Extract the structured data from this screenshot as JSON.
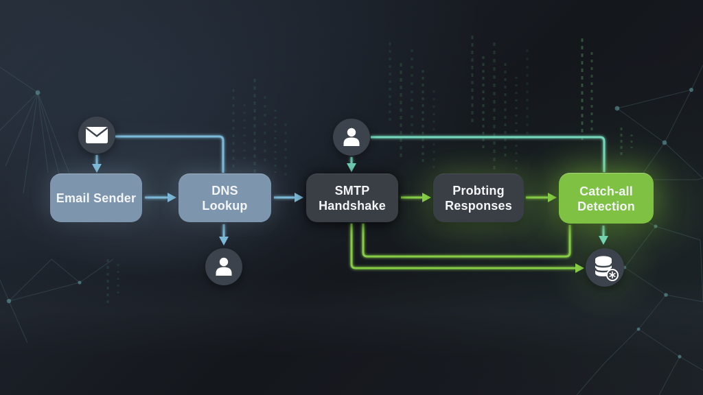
{
  "nodes": {
    "email_sender": {
      "label": "Email Sender"
    },
    "dns_lookup": {
      "line1": "DNS",
      "line2": "Lookup"
    },
    "smtp_handshake": {
      "line1": "SMTP",
      "line2": "Handshake"
    },
    "probing_responses": {
      "line1": "Probting",
      "line2": "Responses"
    },
    "catchall_detection": {
      "line1": "Catch-all",
      "line2": "Detection"
    }
  },
  "icons": {
    "sender": "envelope-icon",
    "mailbox_probe": "person-icon",
    "mx_result": "person-icon",
    "results_store": "database-icon"
  },
  "edges": [
    {
      "from": "envelope-icon",
      "to": "email-sender",
      "color": "blue",
      "arrow": true
    },
    {
      "from": "envelope-icon",
      "to": "dns-lookup",
      "color": "blue",
      "arrow": false
    },
    {
      "from": "email-sender",
      "to": "dns-lookup",
      "color": "blue",
      "arrow": true
    },
    {
      "from": "dns-lookup",
      "to": "smtp-handshake",
      "color": "blue",
      "arrow": true
    },
    {
      "from": "dns-lookup",
      "to": "person-icon-bottom",
      "color": "blue",
      "arrow": true
    },
    {
      "from": "person-icon-top",
      "to": "smtp-handshake",
      "color": "teal",
      "arrow": true
    },
    {
      "from": "person-icon-top",
      "to": "catchall-detection",
      "color": "teal",
      "arrow": false
    },
    {
      "from": "smtp-handshake",
      "to": "probing-responses",
      "color": "green",
      "arrow": true
    },
    {
      "from": "probing-responses",
      "to": "catchall-detection",
      "color": "green",
      "arrow": true
    },
    {
      "from": "smtp-handshake",
      "to": "database-icon",
      "color": "green",
      "arrow": true
    },
    {
      "from": "smtp-handshake",
      "to": "catchall-detection",
      "color": "green",
      "arrow": false
    },
    {
      "from": "catchall-detection",
      "to": "database-icon",
      "color": "teal",
      "arrow": true
    }
  ],
  "colors": {
    "background": "#1A1E24",
    "box_blue": "#7D96AD",
    "box_dark": "#3A3F46",
    "box_green": "#7EC143",
    "arrow_blue": "#7CB9D8",
    "arrow_teal": "#74D7BB",
    "arrow_green": "#86CC47",
    "icon_circle": "#3D434C",
    "text": "#F3F5F7"
  }
}
